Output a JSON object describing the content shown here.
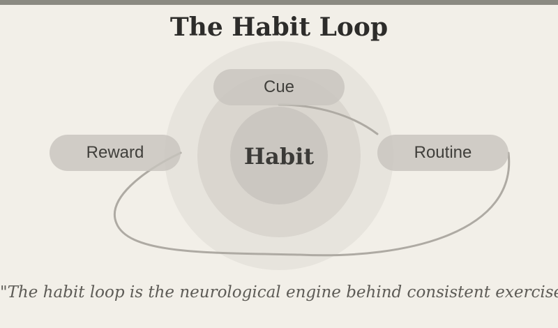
{
  "title": "The Habit Loop",
  "center": "Habit",
  "stages": {
    "cue": "Cue",
    "routine": "Routine",
    "reward": "Reward"
  },
  "quote": "\"The habit loop is the neurological engine behind consistent exercise.\" — Duhigg",
  "colors": {
    "background": "#f2efe8",
    "top_bar": "#8b8a82",
    "title": "#2d2c2a",
    "pill": "#c8c4be",
    "ring_outer": "#e7e4dd",
    "ring_middle": "#dad6cf",
    "ring_inner": "#cbc7c1",
    "connector": "#aeaaa3"
  }
}
